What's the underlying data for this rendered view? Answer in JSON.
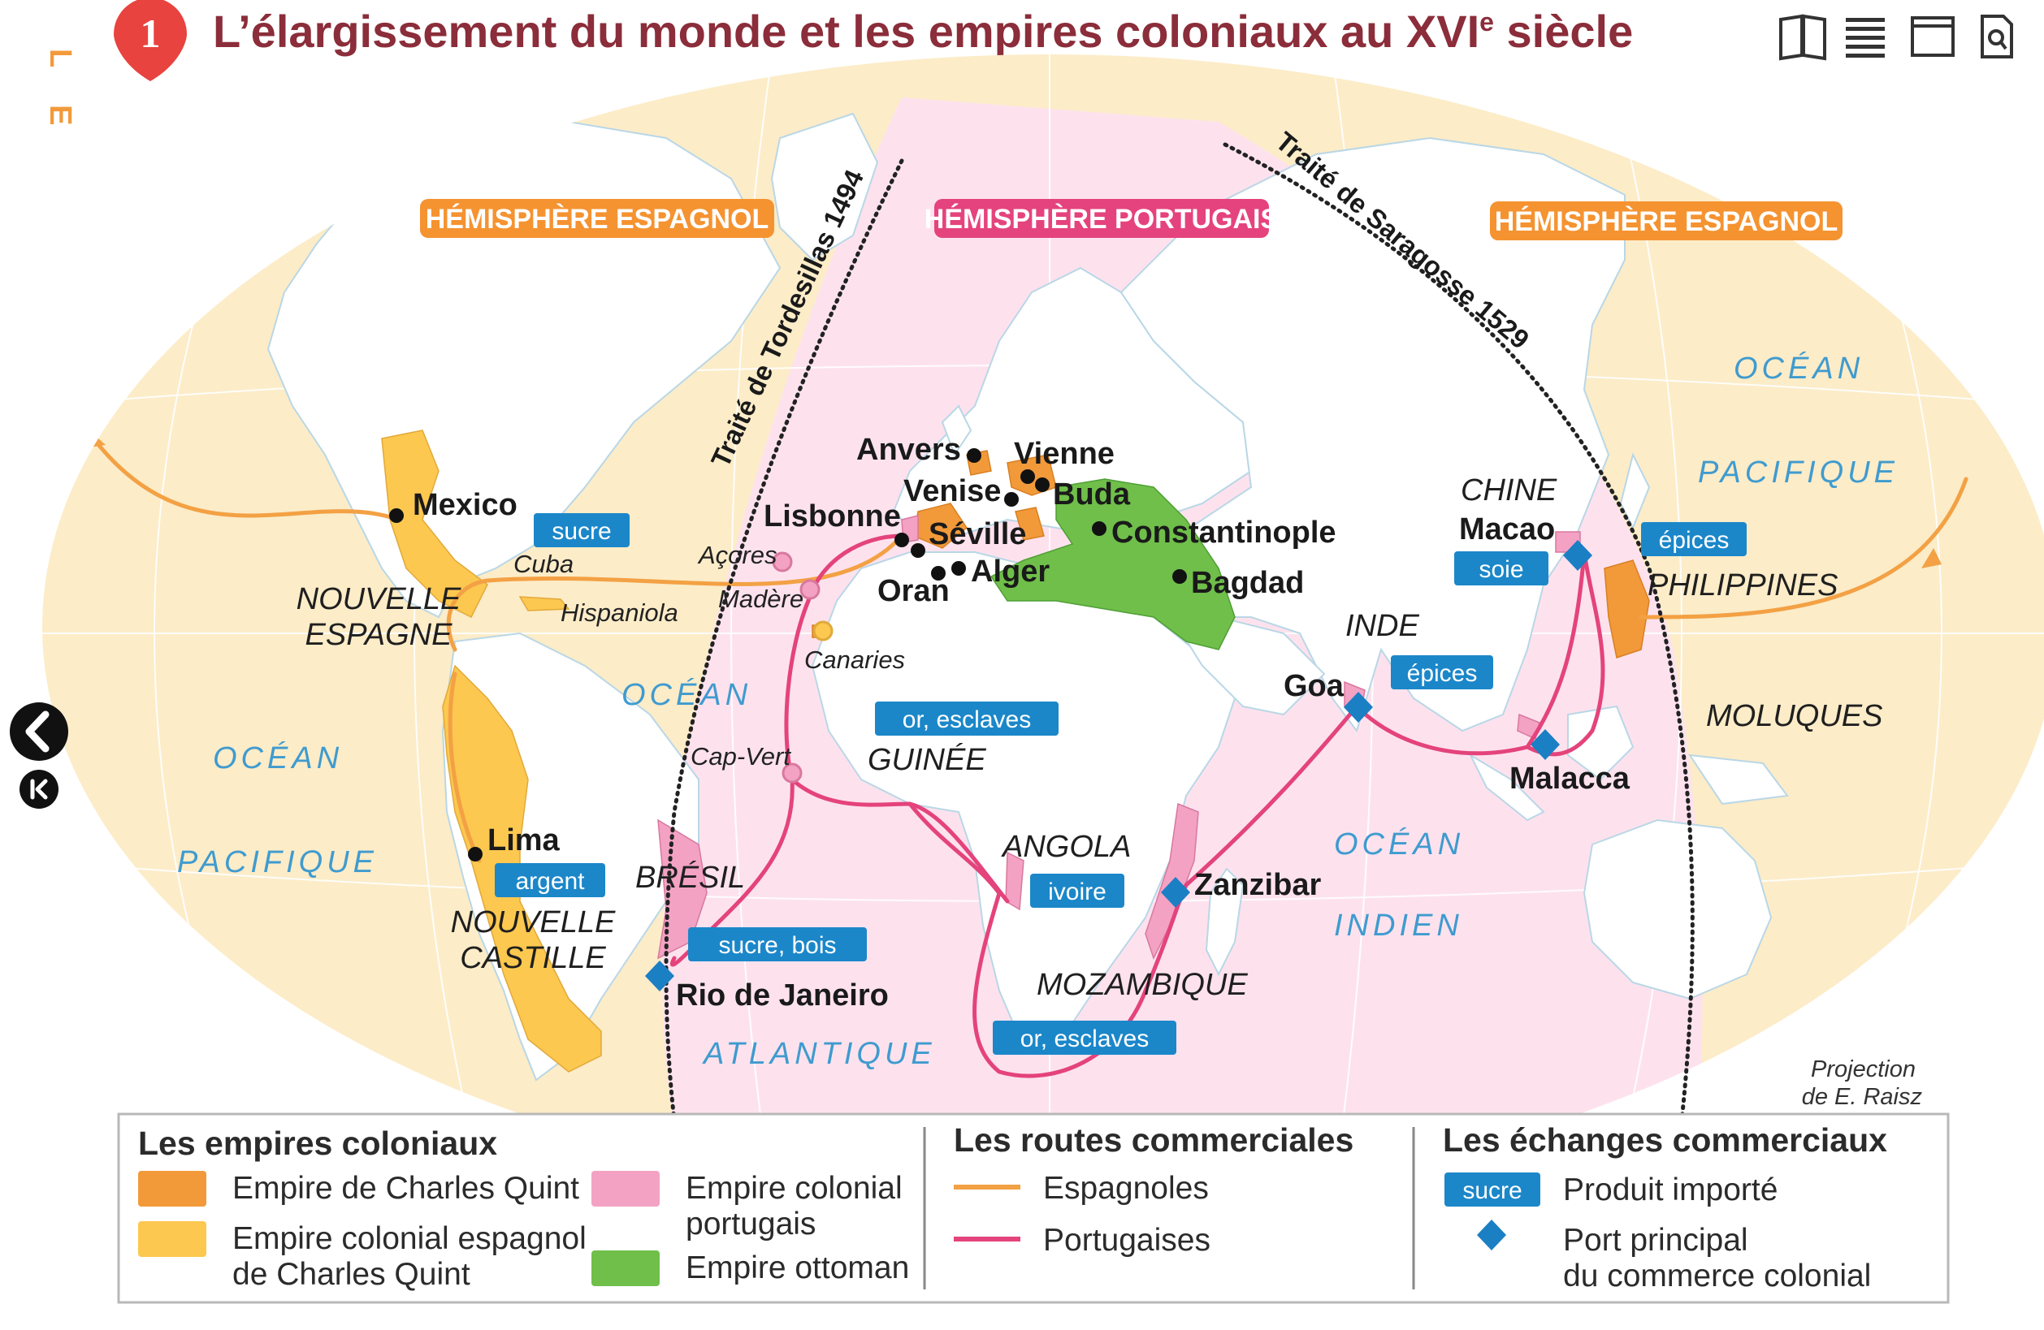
{
  "header": {
    "number": "1",
    "title_main": "L’élargissement du monde et les empires coloniaux au XVI",
    "title_sup": "e",
    "title_end": " siècle",
    "side_letters": "L E",
    "toolbar_icons": [
      "book-icon",
      "list-icon",
      "window-icon",
      "document-search-icon"
    ]
  },
  "map": {
    "hemispheres": {
      "spanish_west": "HÉMISPHÈRE ESPAGNOL",
      "portuguese": "HÉMISPHÈRE PORTUGAIS",
      "spanish_east": "HÉMISPHÈRE ESPAGNOL"
    },
    "treaties": {
      "tordesillas": "Traité de Tordesillas 1494",
      "saragosse": "Traité de Saragosse 1529"
    },
    "oceans": {
      "pacific_west_1": "OCÉAN",
      "pacific_west_2": "PACIFIQUE",
      "atlantic_1": "OCÉAN",
      "atlantic_2": "ATLANTIQUE",
      "indian_1": "OCÉAN",
      "indian_2": "INDIEN",
      "pacific_east_1": "OCÉAN",
      "pacific_east_2": "PACIFIQUE"
    },
    "cities": {
      "mexico": "Mexico",
      "lima": "Lima",
      "rio": "Rio de Janeiro",
      "anvers": "Anvers",
      "vienne": "Vienne",
      "venise": "Venise",
      "buda": "Buda",
      "lisbonne": "Lisbonne",
      "seville": "Séville",
      "alger": "Alger",
      "oran": "Oran",
      "constantinople": "Constantinople",
      "bagdad": "Bagdad",
      "goa": "Goa",
      "zanzibar": "Zanzibar",
      "macao": "Macao",
      "malacca": "Malacca"
    },
    "regions": {
      "nouvelle_espagne_1": "NOUVELLE",
      "nouvelle_espagne_2": "ESPAGNE",
      "nouvelle_castille_1": "NOUVELLE",
      "nouvelle_castille_2": "CASTILLE",
      "bresil": "BRÉSIL",
      "guinee": "GUINÉE",
      "angola": "ANGOLA",
      "mozambique": "MOZAMBIQUE",
      "inde": "INDE",
      "chine": "CHINE",
      "philippines": "PHILIPPINES",
      "moluques": "MOLUQUES"
    },
    "islands": {
      "cuba": "Cuba",
      "hispaniola": "Hispaniola",
      "acores": "Açores",
      "madere": "Madère",
      "canaries": "Canaries",
      "cap_vert": "Cap-Vert"
    },
    "products": {
      "sucre": "sucre",
      "argent": "argent",
      "sucre_bois": "sucre, bois",
      "or_esclaves_guinee": "or, esclaves",
      "ivoire": "ivoire",
      "or_esclaves_mozambique": "or, esclaves",
      "epices_inde": "épices",
      "soie": "soie",
      "epices_philippines": "épices"
    },
    "projection_1": "Projection",
    "projection_2": "de E. Raisz"
  },
  "legend": {
    "empires": {
      "heading": "Les empires coloniaux",
      "charles_quint": "Empire de Charles Quint",
      "espagnol_1": "Empire colonial espagnol",
      "espagnol_2": "de Charles Quint",
      "portugais_1": "Empire colonial",
      "portugais_2": "portugais",
      "ottoman": "Empire ottoman"
    },
    "routes": {
      "heading": "Les routes commerciales",
      "espagnoles": "Espagnoles",
      "portugaises": "Portugaises"
    },
    "echanges": {
      "heading": "Les échanges commerciaux",
      "product_sample": "sucre",
      "product_label": "Produit importé",
      "port_1": "Port principal",
      "port_2": "du commerce colonial"
    }
  },
  "colors": {
    "charles_quint": "#f29a3a",
    "espagnol": "#fcc84f",
    "portugais": "#f3a2c4",
    "ottoman": "#6fbf4a",
    "hemi_espagnol": "#f59331",
    "hemi_portugais": "#e5437e",
    "route_espagnole": "#f3a144",
    "route_portugaise": "#e4437b",
    "product_box": "#1b87c9",
    "port": "#1b7fc4",
    "sea_outer": "#fcecc8",
    "sea_pink": "#fde2ee",
    "land": "#ffffff",
    "title": "#8b2d3a",
    "marker_red": "#e8433f"
  }
}
